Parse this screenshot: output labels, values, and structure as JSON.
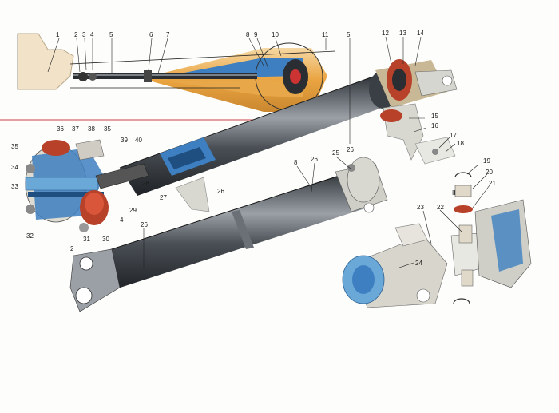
{
  "diagram": {
    "view_label": "II",
    "callouts": [
      "1",
      "2",
      "3",
      "4",
      "5",
      "6",
      "7",
      "8",
      "9",
      "10",
      "11",
      "12",
      "13",
      "14",
      "15",
      "16",
      "17",
      "18",
      "19",
      "20",
      "21",
      "22",
      "23",
      "24",
      "25",
      "26",
      "27",
      "28",
      "29",
      "30",
      "31",
      "32",
      "33",
      "34",
      "35",
      "36",
      "37",
      "38",
      "39",
      "40"
    ],
    "colors": {
      "shaft": "#4a4f55",
      "shaft_highlight": "#8c9298",
      "section_blue": "#3d7fc0",
      "section_orange": "#e89a2c",
      "rubber_red": "#b8412a",
      "body_tan": "#f1e2c8",
      "cutaway_blue": "#6aa8d8"
    }
  }
}
